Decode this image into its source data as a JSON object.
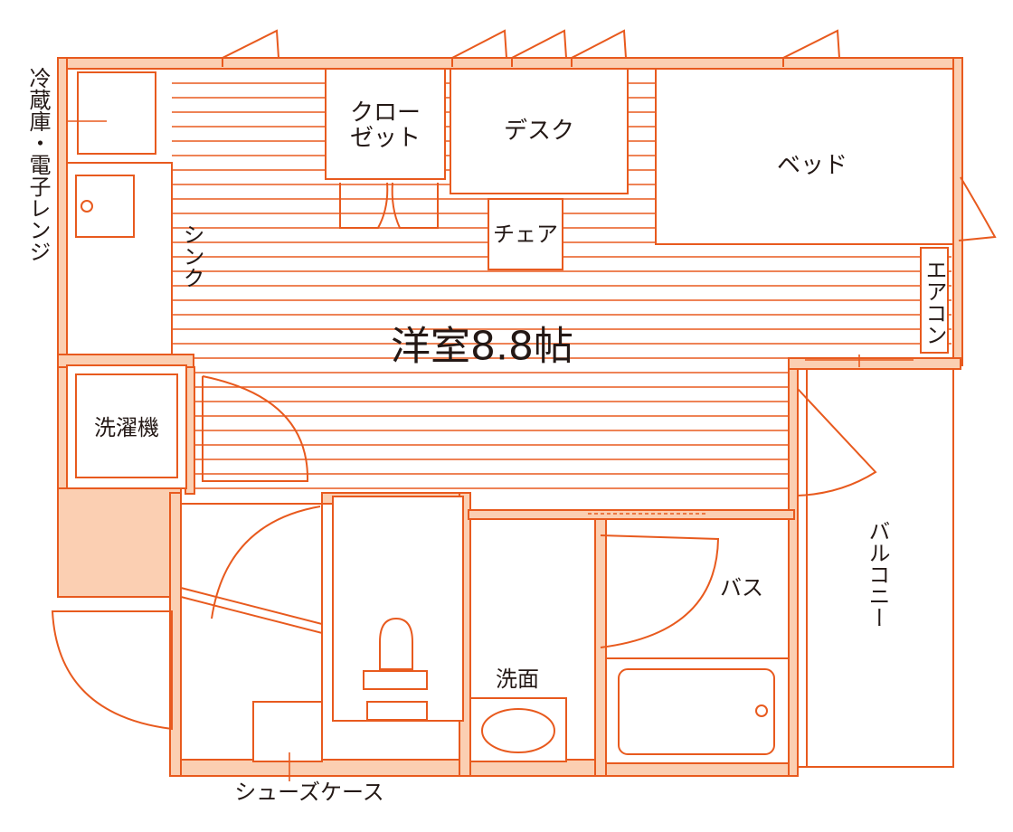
{
  "colors": {
    "line": "#e85a1e",
    "wall_fill": "#fbcfb2",
    "text": "#231815",
    "background": "#ffffff"
  },
  "labels": {
    "main_room": "洋室8.8帖",
    "closet": [
      "クロー",
      "ゼット"
    ],
    "desk": "デスク",
    "bed": "ベッド",
    "chair": "チェア",
    "aircon": "エアコン",
    "sink": "シンク",
    "fridge": "冷蔵庫・電子レンジ",
    "washer": "洗濯機",
    "bath": "バス",
    "washbasin": "洗面",
    "balcony": "バルコニー",
    "shoe_case": "シューズケース"
  }
}
